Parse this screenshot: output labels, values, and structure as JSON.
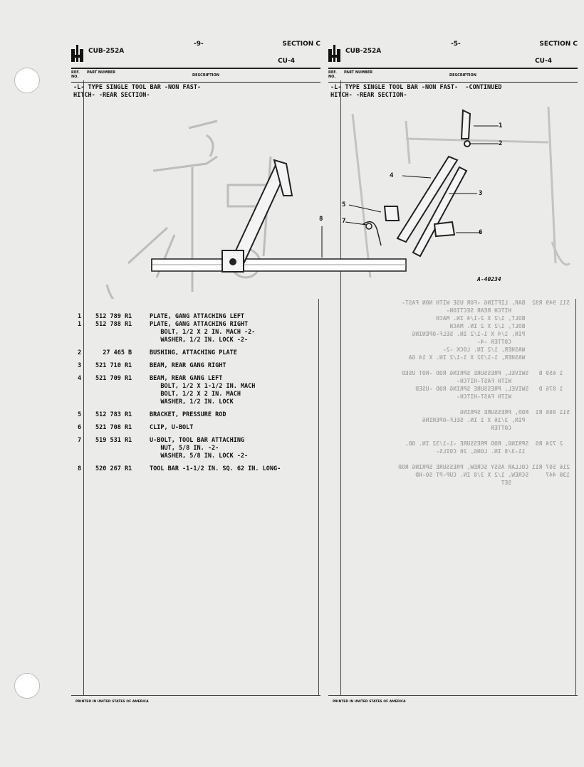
{
  "left_page": {
    "model": "CUB-252A",
    "page_number": "-9-",
    "section": "SECTION  C",
    "group": "CU-4",
    "col_headers": {
      "ref": "REF. NO.",
      "part": "PART NUMBER",
      "desc": "DESCRIPTION"
    },
    "title": "-L- TYPE SINGLE TOOL BAR -NON FAST-\nHITCH- -REAR SECTION-",
    "footer": "PRINTED IN UNITED STATES OF AMERICA"
  },
  "right_page": {
    "model": "CUB-252A",
    "page_number": "-5-",
    "section": "SECTION  C",
    "group": "CU-4",
    "col_headers": {
      "ref": "REF. NO.",
      "part": "PART NUMBER",
      "desc": "DESCRIPTION"
    },
    "title": "-L- TYPE SINGLE TOOL BAR -NON FAST-  -CONTINUED\nHITCH- -REAR SECTION-",
    "figure_id": "A-40234",
    "callouts": [
      "1",
      "2",
      "3",
      "4",
      "5",
      "6",
      "7",
      "8"
    ],
    "footer": "PRINTED IN UNITED STATES OF AMERICA"
  },
  "parts": [
    {
      "ref": "1",
      "part": "512 789 R1",
      "desc": "PLATE, GANG ATTACHING LEFT"
    },
    {
      "ref": "1",
      "part": "512 788 R1",
      "desc": "PLATE, GANG ATTACHING RIGHT"
    },
    {
      "ref": "",
      "part": "",
      "desc": "   BOLT, 1/2 X 2 IN. MACH -2-"
    },
    {
      "ref": "",
      "part": "",
      "desc": "   WASHER, 1/2 IN. LOCK -2-"
    },
    {
      "ref": "2",
      "part": "  27 465 B",
      "desc": "BUSHING, ATTACHING PLATE"
    },
    {
      "ref": "3",
      "part": "521 710 R1",
      "desc": "BEAM, REAR GANG RIGHT"
    },
    {
      "ref": "4",
      "part": "521 709 R1",
      "desc": "BEAM, REAR GANG LEFT"
    },
    {
      "ref": "",
      "part": "",
      "desc": "   BOLT, 1/2 X 1-1/2 IN. MACH"
    },
    {
      "ref": "",
      "part": "",
      "desc": "   BOLT, 1/2 X 2 IN. MACH"
    },
    {
      "ref": "",
      "part": "",
      "desc": "   WASHER, 1/2 IN. LOCK"
    },
    {
      "ref": "5",
      "part": "512 783 R1",
      "desc": "BRACKET, PRESSURE ROD"
    },
    {
      "ref": "6",
      "part": "521 708 R1",
      "desc": "CLIP, U-BOLT"
    },
    {
      "ref": "7",
      "part": "519 531 R1",
      "desc": "U-BOLT, TOOL BAR ATTACHING"
    },
    {
      "ref": "",
      "part": "",
      "desc": "   NUT, 5/8 IN. -2-"
    },
    {
      "ref": "",
      "part": "",
      "desc": "   WASHER, 5/8 IN. LOCK -2-"
    },
    {
      "ref": "8",
      "part": "520 267 R1",
      "desc": "TOOL BAR -1-1/2 IN. SQ. 62 IN. LONG-"
    }
  ],
  "show_through": [
    "511 949 R92  BAR, LIFTING -FOR USE WITH NON FAST-",
    "                 HITCH REAR SECTION-",
    "             BOLT, 1/2 X 2-1/4 IN. MACH",
    "             BOLT, 1/2 X 2 IN. MACH",
    "             PIN, 1/4 X 1-1/2 IN. SELF-OPENING",
    "                 COTTER -4-",
    "             WASHER, 1/2 IN. LOCK -2-",
    "             WASHER, 1-1/32 X 1-1/2 IN. X 14 GA",
    "",
    "  1 659 B   SWIVEL, PRESSURE SPRING ROD -NOT USED",
    "                 WITH FAST-HITCH-",
    "  1 876 D   SWIVEL, PRESSURE SPRING ROD -USED",
    "                 WITH FAST-HITCH-",
    "",
    "511 986 R1  ROD, PRESSURE SPRING",
    "             PIN, 3/16 X 1 IN. SELF-OPENING",
    "                 COTTER",
    "",
    "  2 724 R6  SPRING, ROD PRESSURE -1-1/32 IN. OD,",
    "             11-3/8 IN. LONG, 26 COILS-",
    "",
    "216 597 R11 COLLAR ASSY SCREW, PRESSURE SPRING ROD",
    "130 447     SCREW, 1/2 X 3/8 IN. CUP-PT SO-HD",
    "                 SET"
  ]
}
